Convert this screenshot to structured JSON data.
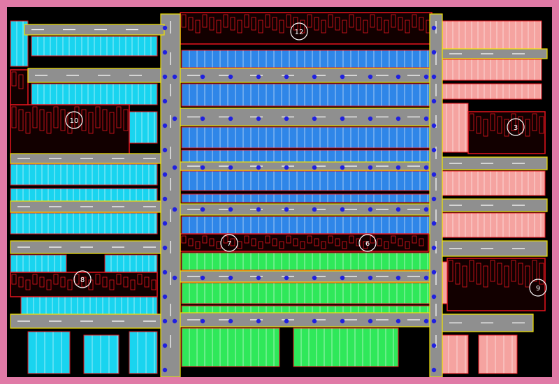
{
  "drawing": {
    "zone_labels": [
      "12",
      "10",
      "3",
      "7",
      "6",
      "8",
      "9"
    ],
    "colors": {
      "frame": "#e07aa6",
      "background": "#000000",
      "zone_cyan": "#19d4ef",
      "zone_blue": "#2f86e8",
      "zone_green": "#2fe85a",
      "zone_pink": "#f5a3a0",
      "road": "#8f8f8f",
      "road_edge": "#f2e300",
      "wall_red": "#e8141e",
      "marker_blue": "#2020e0",
      "stripe_white": "#ffffff"
    }
  }
}
